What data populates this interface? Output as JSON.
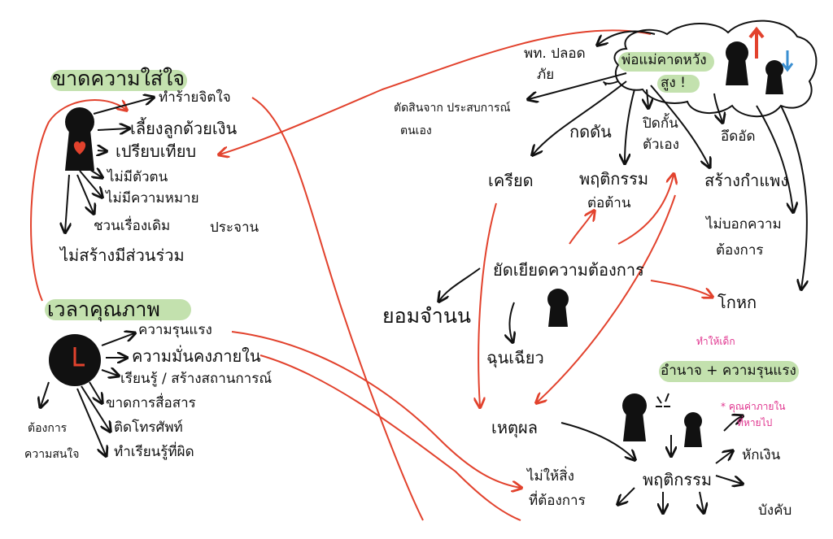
{
  "colors": {
    "ink": "#111111",
    "red_arrow": "#e2422d",
    "highlight": "#b9dca0",
    "pink_note": "#e0338e",
    "up_arrow": "#e2422d",
    "down_arrow": "#3a8fd1",
    "heart": "#e2422d"
  },
  "icons": [
    "keyhole-icon",
    "heart-icon",
    "clock-icon",
    "up-arrow-icon",
    "down-arrow-icon",
    "anger-mark-icon"
  ],
  "left_panel": {
    "neglect": {
      "title": "ขาดความใส่ใจ",
      "items": [
        "ทำร้ายจิตใจ",
        "เลี้ยงลูกด้วยเงิน",
        "เปรียบเทียบ",
        "ไม่มีตัวตน",
        "ไม่มีความหมาย",
        "ชวนเรื่องเดิม",
        "ประจาน",
        "ไม่สร้างมีส่วนร่วม"
      ]
    },
    "quality_time": {
      "title": "เวลาคุณภาพ",
      "items": [
        "ความรุนแรง",
        "ความมั่นคงภายใน",
        "เรียนรู้ / สร้างสถานการณ์",
        "ขาดการสื่อสาร",
        "ติดโทรศัพท์",
        "ทำเรียนรู้ที่ผิด",
        "ต้องการ",
        "ความสนใจ"
      ]
    }
  },
  "right_panel": {
    "parents": {
      "label_line1": "พ่อแม่คาดหวัง",
      "label_line2": "สูง !",
      "items": [
        "พท. ปลอด",
        "ภัย",
        "ตัดสินจาก ประสบการณ์",
        "ตนเอง",
        "กดดัน",
        "ปิดกั้น",
        "ตัวเอง",
        "อึดอัด",
        "สร้างกำแพง",
        "เครียด",
        "พฤติกรรม",
        "ต่อต้าน",
        "ไม่บอกความ",
        "ต้องการ"
      ]
    },
    "needs": {
      "label": "ยัดเยียดความต้องการ",
      "items": [
        "ยอมจำนน",
        "ฉุนเฉียว",
        "โกหก"
      ]
    },
    "power": {
      "label": "อำนาจ + ความรุนแรง",
      "note_top": "ทำให้เด็ก",
      "note_side_line1": "* คุณค่าภายใน",
      "note_side_line2": "ที่หายไป",
      "items": [
        "เหตุผล",
        "พฤติกรรม",
        "หักเงิน",
        "บังคับ",
        "ไม่ให้สิ่ง",
        "ที่ต้องการ"
      ]
    }
  }
}
